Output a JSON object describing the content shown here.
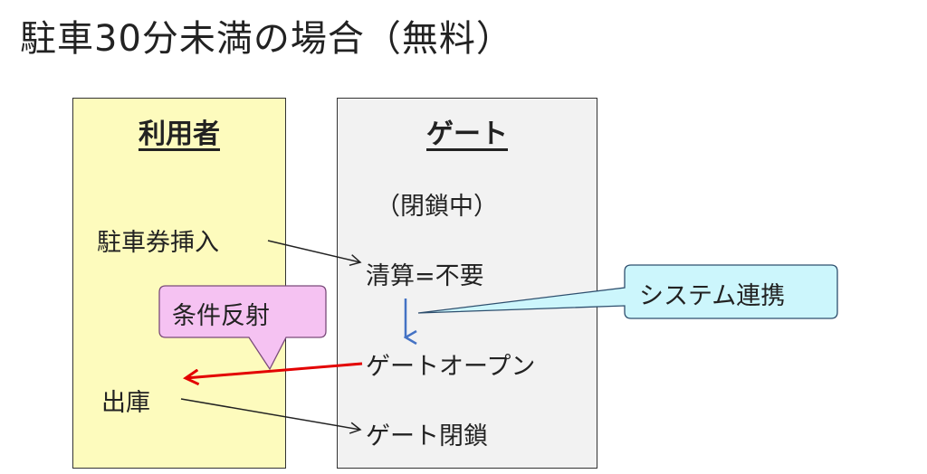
{
  "title": "駐車30分未満の場合（無料）",
  "lanes": {
    "user": {
      "heading": "利用者",
      "steps": [
        "駐車券挿入",
        "出庫"
      ]
    },
    "gate": {
      "heading": "ゲート",
      "steps": [
        "（閉鎖中）",
        "清算=不要",
        "ゲートオープン",
        "ゲート閉鎖"
      ]
    }
  },
  "callouts": {
    "system": {
      "text": "システム連携",
      "color": "#ccf6fc"
    },
    "reflect": {
      "text": "条件反射",
      "color": "#f5c2f2"
    }
  },
  "colors": {
    "user_lane": "#fdfbbd",
    "gate_lane": "#f2f2f2",
    "red_arrow": "#e30000",
    "blue_arrow": "#4472c4"
  }
}
